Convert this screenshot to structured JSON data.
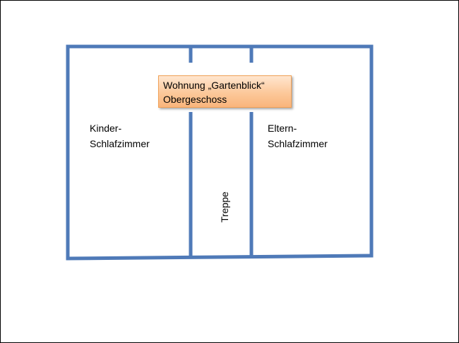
{
  "callout": {
    "line1": "Wohnung „Gartenblick“",
    "line2": "Obergeschoss"
  },
  "rooms": {
    "left": {
      "line1": "Kinder-",
      "line2": "Schlafzimmer"
    },
    "right": {
      "line1": "Eltern-",
      "line2": "Schlafzimmer"
    }
  },
  "stairs": {
    "label": "Treppe"
  },
  "colors": {
    "wall": "#4f7ab8",
    "callout_fill": "#fcc89a",
    "callout_border": "#f1a055"
  }
}
